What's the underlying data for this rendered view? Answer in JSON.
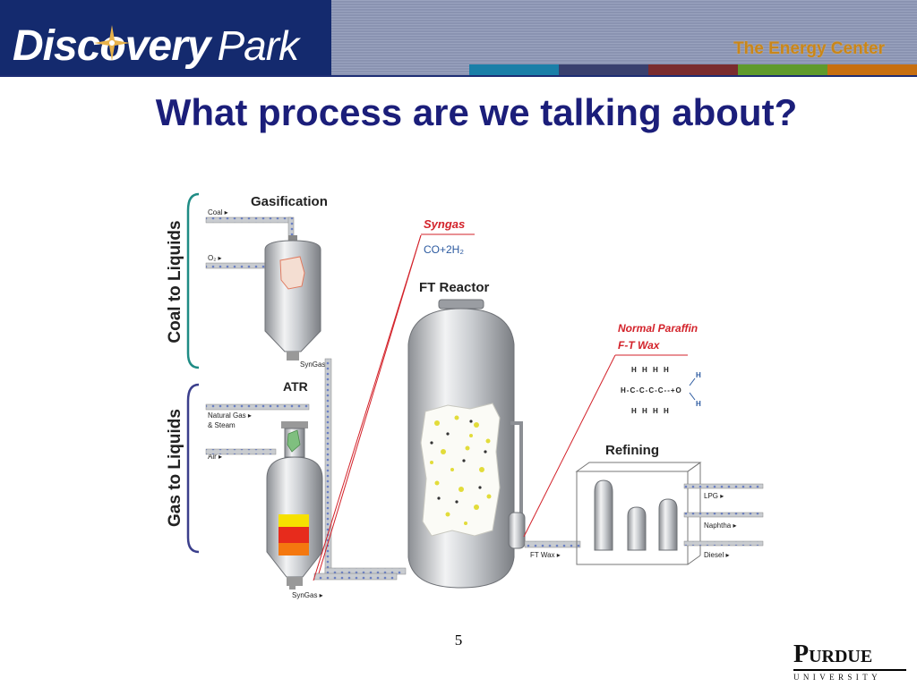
{
  "header": {
    "logo": {
      "discovery": "Discovery",
      "park": "Park"
    },
    "center_name": "The Energy Center",
    "stripe_colors": [
      "#1a7fa8",
      "#39406e",
      "#7a2c2e",
      "#5f9a2c",
      "#c76f10"
    ]
  },
  "slide": {
    "title": "What process are we talking about?",
    "page_number": "5"
  },
  "diagram": {
    "coal_to_liquids": "Coal to Liquids",
    "gas_to_liquids": "Gas to Liquids",
    "gasification": "Gasification",
    "coal": "Coal ▸",
    "o2": "O₂ ▸",
    "syngas_top": "SynGas ▸",
    "atr": "ATR",
    "natural_gas": "Natural Gas ▸",
    "steam": "& Steam",
    "air": "Air ▸",
    "syngas_bottom": "SynGas ▸",
    "syngas_title": "Syngas",
    "syngas_formula": "CO+2H₂",
    "ft_reactor": "FT Reactor",
    "normal_paraffin": "Normal Paraffin",
    "ft_wax_title": "F-T Wax",
    "hydrocarbon": {
      "top_h": "H H H H",
      "chain": "H-C-C-C-C--+O",
      "bottom_h": "H H H H",
      "oh_top": "H",
      "oh_bottom": "H"
    },
    "refining": "Refining",
    "ft_wax": "FT Wax ▸",
    "lpg": "LPG ▸",
    "naphtha": "Naphtha ▸",
    "diesel": "Diesel ▸"
  },
  "footer": {
    "university_name": "Purdue",
    "university_word": "UNIVERSITY"
  }
}
